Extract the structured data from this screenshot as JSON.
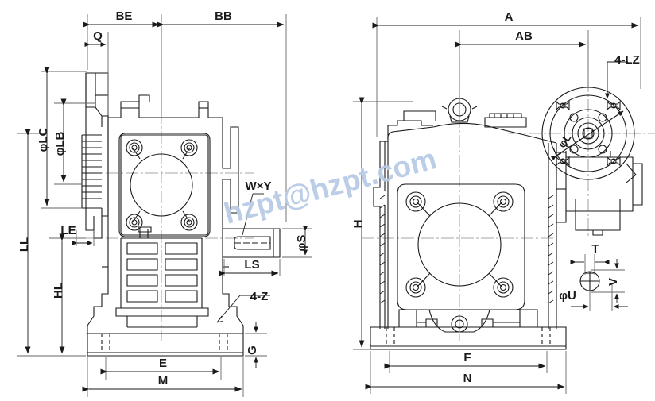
{
  "drawing": {
    "title": "Worm gear reducer dimension drawing",
    "watermark": "hzpt@hzpt.com",
    "line_color": "#1a1a1a",
    "watermark_color": "#b9cbe6",
    "background": "#ffffff"
  },
  "views": {
    "left": {
      "name": "front-elevation-view"
    },
    "right": {
      "name": "side-elevation-view"
    },
    "detail": {
      "name": "shaft-key-section-detail"
    }
  },
  "dimensions": {
    "left_view": {
      "top": [
        {
          "key": "BE",
          "label": "BE"
        },
        {
          "key": "BB",
          "label": "BB"
        },
        {
          "key": "Q",
          "label": "Q"
        }
      ],
      "left": [
        {
          "key": "LC",
          "label": "φLC"
        },
        {
          "key": "LB",
          "label": "φLB"
        },
        {
          "key": "LE",
          "label": "LE"
        },
        {
          "key": "HL",
          "label": "HL"
        },
        {
          "key": "LL",
          "label": "LL"
        }
      ],
      "bottom": [
        {
          "key": "E",
          "label": "E"
        },
        {
          "key": "M",
          "label": "M"
        },
        {
          "key": "G",
          "label": "G"
        }
      ],
      "callouts": [
        {
          "key": "WY",
          "label": "W×Y"
        },
        {
          "key": "S",
          "label": "φS"
        },
        {
          "key": "LS",
          "label": "LS"
        },
        {
          "key": "4Z",
          "label": "4-Z"
        }
      ]
    },
    "right_view": {
      "top": [
        {
          "key": "A",
          "label": "A"
        },
        {
          "key": "AB",
          "label": "AB"
        }
      ],
      "left": [
        {
          "key": "H",
          "label": "H"
        }
      ],
      "bottom": [
        {
          "key": "F",
          "label": "F"
        },
        {
          "key": "N",
          "label": "N"
        }
      ],
      "callouts": [
        {
          "key": "4LZ",
          "label": "4-LZ"
        },
        {
          "key": "L",
          "label": "φL"
        }
      ]
    },
    "key_detail": [
      {
        "key": "T",
        "label": "T"
      },
      {
        "key": "V",
        "label": "V"
      },
      {
        "key": "U",
        "label": "φU"
      }
    ]
  }
}
